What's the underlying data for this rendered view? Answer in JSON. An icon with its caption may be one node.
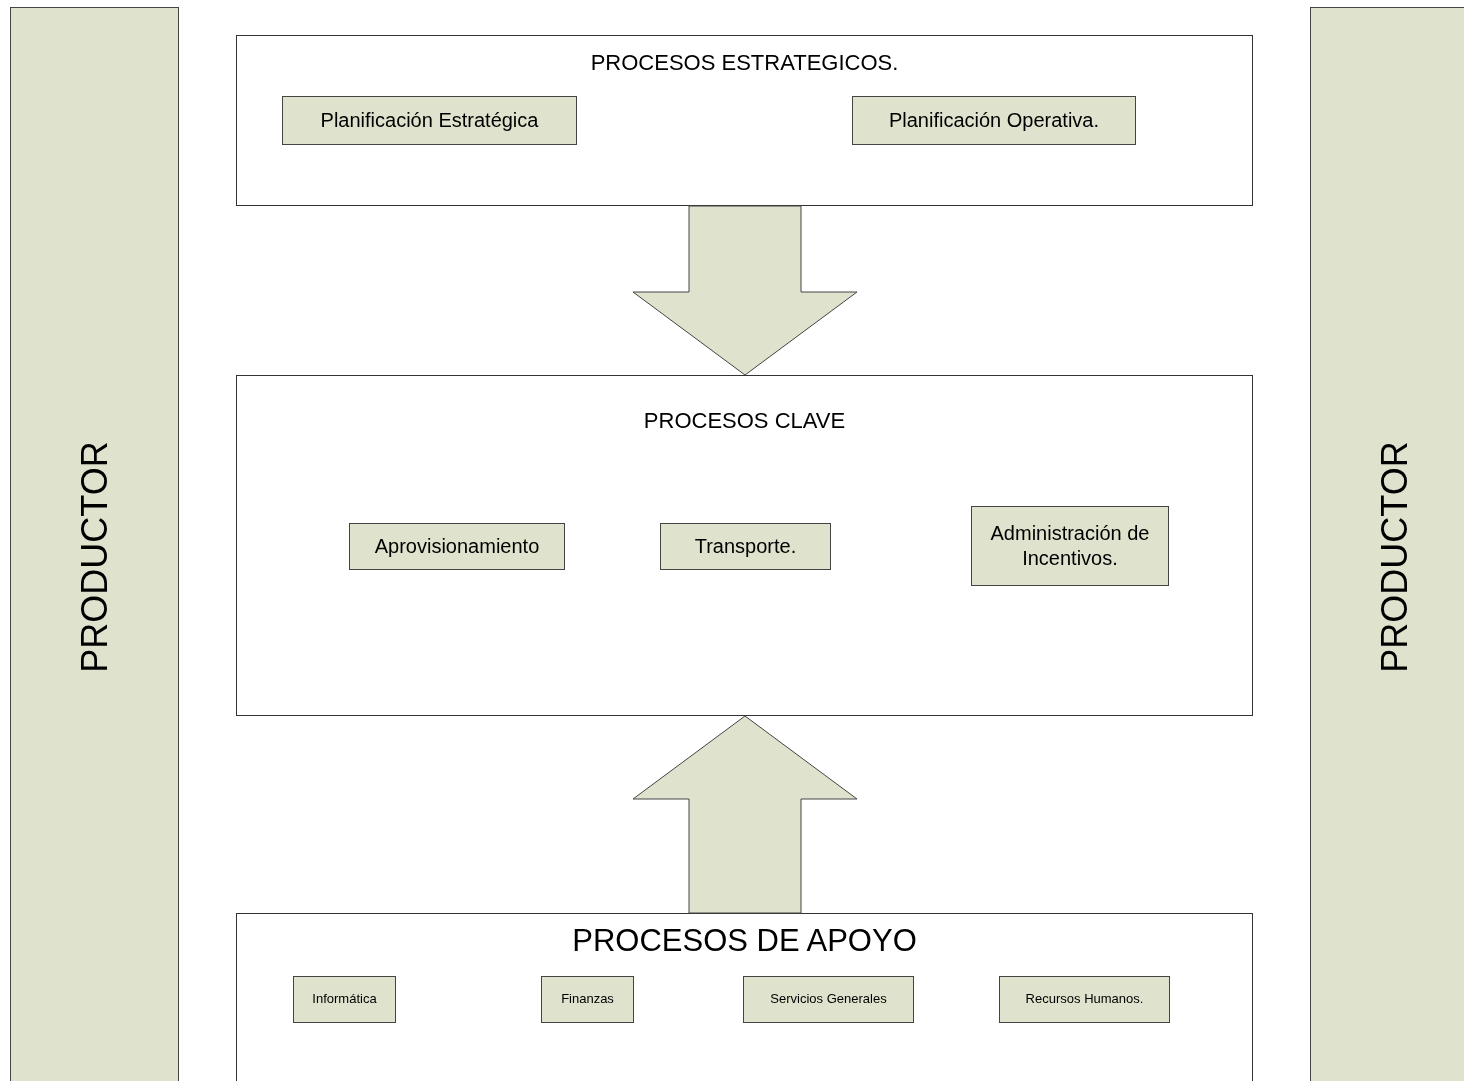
{
  "diagram": {
    "nodes": [
      {
        "text": [
          "PRODUCTOR"
        ]
      },
      {
        "text": [
          "PROCESOS ESTRATEGICOS."
        ]
      },
      {
        "text": [
          "Planificación Estratégica"
        ],
        "in": 1
      },
      {
        "text": [
          "Planificación Operativa."
        ],
        "in": 1
      },
      {
        "text": [
          "PROCESOS CLAVE"
        ]
      },
      {
        "text": [
          "Aprovisionamiento"
        ],
        "in": 4
      },
      {
        "text": [
          "Transporte."
        ],
        "in": 4
      },
      {
        "text": [
          "Administración de Incentivos."
        ],
        "in": 4
      },
      {
        "text": [
          "PROCESOS DE APOYO"
        ]
      },
      {
        "text": [
          "Informática"
        ],
        "in": 8
      },
      {
        "text": [
          "Finanzas"
        ],
        "in": 8
      },
      {
        "text": [
          "Servicios Generales"
        ],
        "in": 8
      },
      {
        "text": [
          "Recursos Humanos."
        ],
        "in": 8
      },
      {
        "text": [
          "PRODUCTOR"
        ]
      }
    ],
    "edges": [
      {
        "from": 1,
        "to": 4,
        "arrow": "to"
      },
      {
        "from": 8,
        "to": 4,
        "arrow": "to"
      }
    ]
  }
}
